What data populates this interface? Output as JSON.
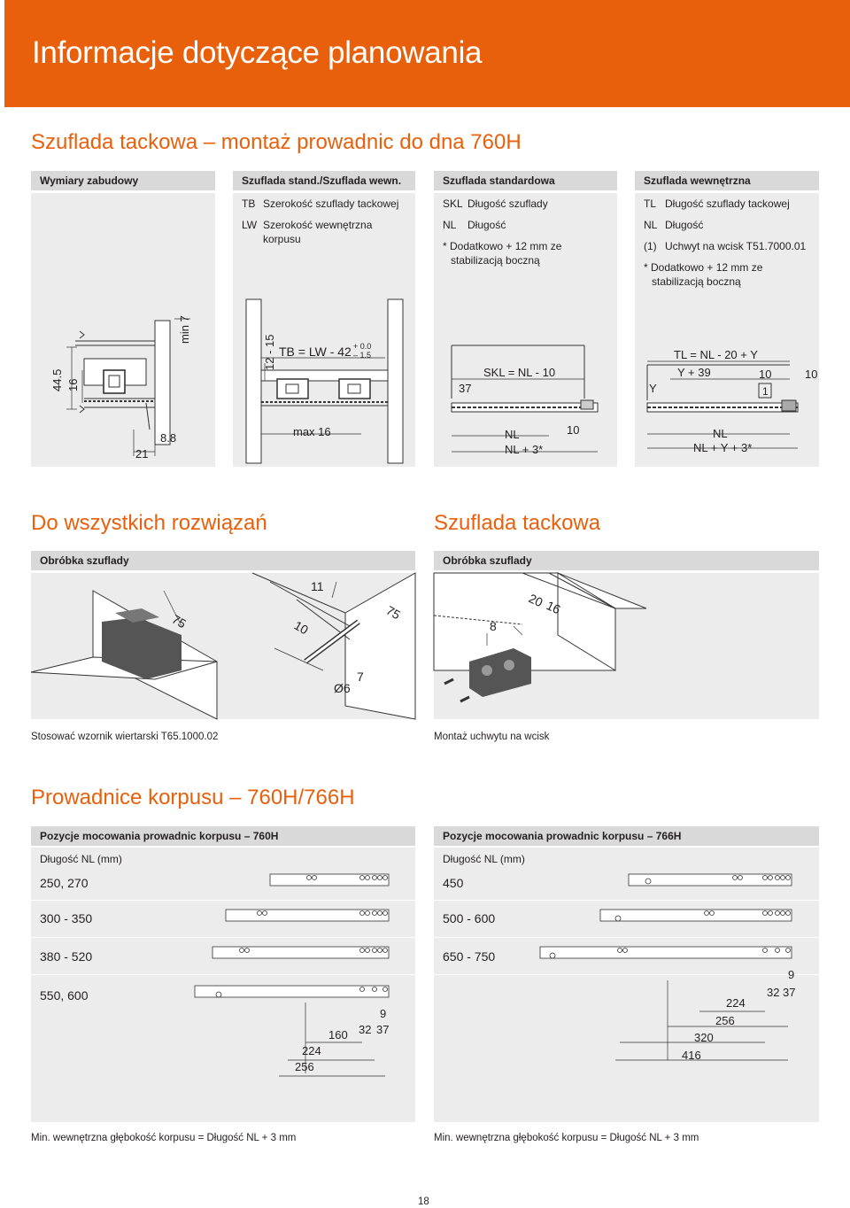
{
  "header": {
    "title": "Informacje dotyczące planowania",
    "color": "#e8600c"
  },
  "sec1": {
    "title": "Szuflada tackowa – montaż prowadnic do dna 760H",
    "bars": [
      "Wymiary zabudowy",
      "Szuflada stand./Szuflada wewn.",
      "Szuflada standardowa",
      "Szuflada wewnętrzna"
    ],
    "col2": {
      "tb_abbr": "TB",
      "tb_text": "Szerokość szuflady tackowej",
      "lw_abbr": "LW",
      "lw_text1": "Szerokość wewnętrzna",
      "lw_text2": "korpusu"
    },
    "col3": {
      "skl_abbr": "SKL",
      "skl_text": "Długość szuflady",
      "nl_abbr": "NL",
      "nl_text": "Długość",
      "note1": "* Dodatkowo + 12 mm ze",
      "note2": "stabilizacją boczną"
    },
    "col4": {
      "tl_abbr": "TL",
      "tl_text": "Długość szuflady tackowej",
      "nl_abbr": "NL",
      "nl_text": "Długość",
      "h1_abbr": "(1)",
      "h1_text": "Uchwyt na wcisk T51.7000.01",
      "note1": "* Dodatkowo + 12 mm ze",
      "note2": "stabilizacją boczną"
    },
    "d1": {
      "a": "44.5",
      "b": "16",
      "c": "min 7",
      "d": "21",
      "e": "8.8"
    },
    "d2": {
      "a": "12 - 15",
      "b": "TB = LW - 42",
      "tol_up": "+ 0.0",
      "tol_dn": "– 1.5",
      "c": "max 16"
    },
    "d3": {
      "a": "SKL = NL - 10",
      "b": "37",
      "c": "NL",
      "d": "10",
      "e": "NL + 3*"
    },
    "d4": {
      "a": "TL = NL - 20 + Y",
      "b": "Y + 39",
      "c": "Y",
      "d": "10",
      "e": "10",
      "f": "1",
      "g": "NL",
      "h": "NL + Y + 3*"
    }
  },
  "sec2": {
    "title_left": "Do wszystkich rozwiązań",
    "title_right": "Szuflada tackowa",
    "bar_left": "Obróbka szuflady",
    "bar_right": "Obróbka szuflady",
    "left_dims": {
      "a": "11",
      "b": "75",
      "c": "10",
      "d": "75",
      "e": "7",
      "f": "Ø6"
    },
    "right_dims": {
      "a": "20",
      "b": "16",
      "c": "8"
    },
    "caption_left": "Stosować wzornik wiertarski T65.1000.02",
    "caption_right": "Montaż uchwytu na wcisk"
  },
  "sec3": {
    "title": "Prowadnice korpusu – 760H/766H",
    "left": {
      "bar": "Pozycje mocowania prowadnic korpusu – 760H",
      "sub": "Długość NL (mm)",
      "rows": [
        "250, 270",
        "300 - 350",
        "380 - 520",
        "550, 600"
      ],
      "dims": {
        "a": "9",
        "b": "32",
        "c": "37",
        "d": "160",
        "e": "224",
        "f": "256"
      }
    },
    "right": {
      "bar": "Pozycje mocowania prowadnic korpusu – 766H",
      "sub": "Długość NL (mm)",
      "rows": [
        "450",
        "500 - 600",
        "650 - 750"
      ],
      "dims": {
        "a": "9",
        "b": "32",
        "c": "37",
        "d": "224",
        "e": "256",
        "f": "320",
        "g": "416"
      }
    },
    "foot_left": "Min. wewnętrzna głębokość korpusu = Długość NL + 3 mm",
    "foot_right": "Min. wewnętrzna głębokość korpusu = Długość NL + 3 mm"
  },
  "page_number": "18"
}
